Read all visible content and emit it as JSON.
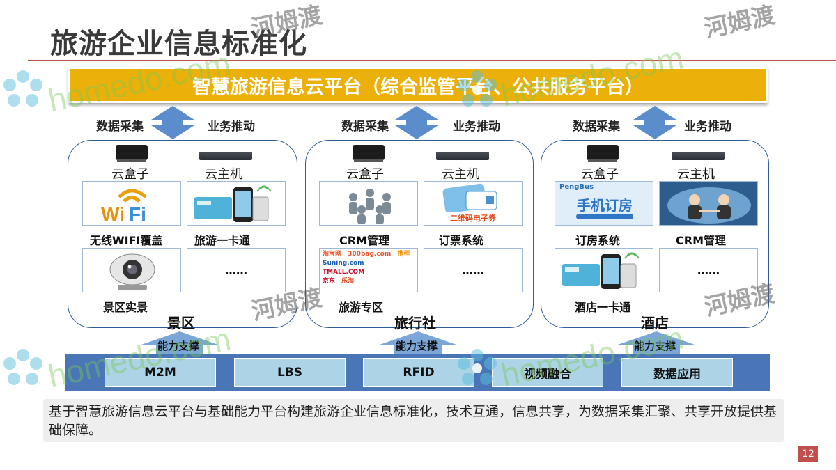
{
  "slide": {
    "title": "旅游企业信息标准化",
    "page_number": "12"
  },
  "platform": {
    "label": "智慧旅游信息云平台（综合监管平台、公共服务平台）"
  },
  "arrow_labels": {
    "left": "数据采集",
    "right": "业务推动"
  },
  "devices": {
    "box": "云盒子",
    "host": "云主机"
  },
  "panels": [
    {
      "name": "景区",
      "cards": [
        {
          "label": "无线WIFI覆盖",
          "image": "wifi-logo"
        },
        {
          "label": "旅游一卡通",
          "image": "phone-card"
        },
        {
          "label": "景区实景",
          "image": "camera"
        },
        {
          "label": "",
          "text": "……"
        }
      ]
    },
    {
      "name": "旅行社",
      "cards": [
        {
          "label": "CRM管理",
          "image": "crm-people"
        },
        {
          "label": "订票系统",
          "image": "e-ticket"
        },
        {
          "label": "旅游专区",
          "image": "ecommerce-logos"
        },
        {
          "label": "",
          "text": "……"
        }
      ]
    },
    {
      "name": "酒店",
      "cards": [
        {
          "label": "订房系统",
          "image": "mobile-booking"
        },
        {
          "label": "CRM管理",
          "image": "business-meeting"
        },
        {
          "label": "酒店一卡通",
          "image": "phone-card"
        },
        {
          "label": "",
          "text": "……"
        }
      ]
    }
  ],
  "capabilities": {
    "support_label": "能力支撑",
    "items": [
      "M2M",
      "LBS",
      "RFID",
      "视频融合",
      "数据应用"
    ]
  },
  "card_images": {
    "eticket_text": "二维码电子券",
    "booking_title": "手机订房",
    "booking_brand": "PengBus",
    "logos": [
      "淘宝网",
      "300bag.com",
      "携程",
      "Suning.com",
      "TMALL.COM",
      "京东",
      "乐淘"
    ]
  },
  "summary": "基于智慧旅游信息云平台与基础能力平台构建旅游企业信息标准化，技术互通，信息共享，为数据采集汇聚、共享开放提供基础保障。",
  "watermark": {
    "brand": "homedo.com",
    "name": "河姆渡"
  },
  "colors": {
    "platform": "#ebb10a",
    "arrow": "#5b8ccc",
    "panel_border": "#2e5c95",
    "bar": "#4a76b8",
    "capability": "#acd3e6",
    "accent": "#c0504d"
  }
}
